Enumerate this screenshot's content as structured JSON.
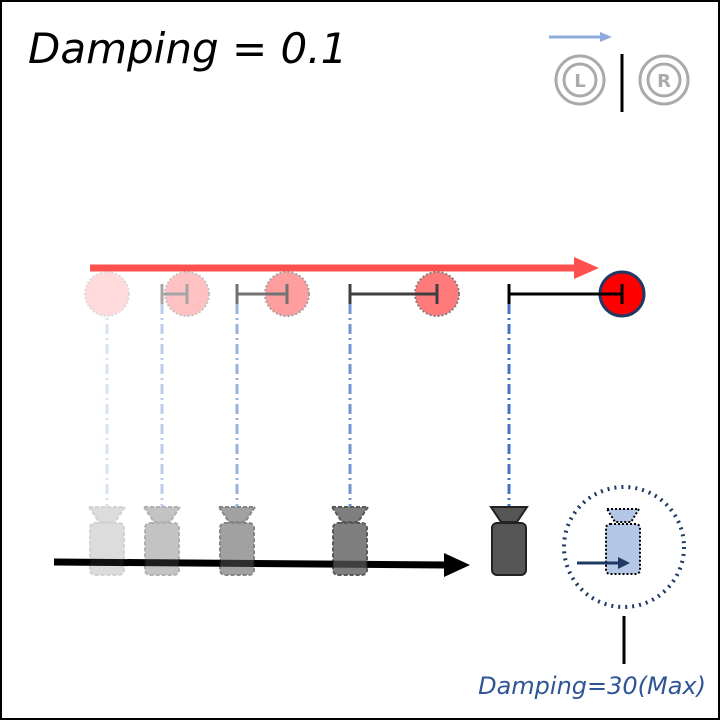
{
  "title": "Damping = 0.1",
  "caption": "Damping=30(Max)",
  "legend": {
    "left_label": "L",
    "right_label": "R",
    "arrow_icon": "arrow-right-icon"
  },
  "colors": {
    "target_arrow": "#ff5050",
    "camera_path": "#000000",
    "guide": "#4472c4",
    "target": "#ff0000",
    "max_camera": "#b4c7e7",
    "caption": "#2f5597"
  },
  "frames": [
    {
      "opacity": 0.2
    },
    {
      "opacity": 0.35
    },
    {
      "opacity": 0.55
    },
    {
      "opacity": 0.75
    },
    {
      "opacity": 1.0
    }
  ]
}
